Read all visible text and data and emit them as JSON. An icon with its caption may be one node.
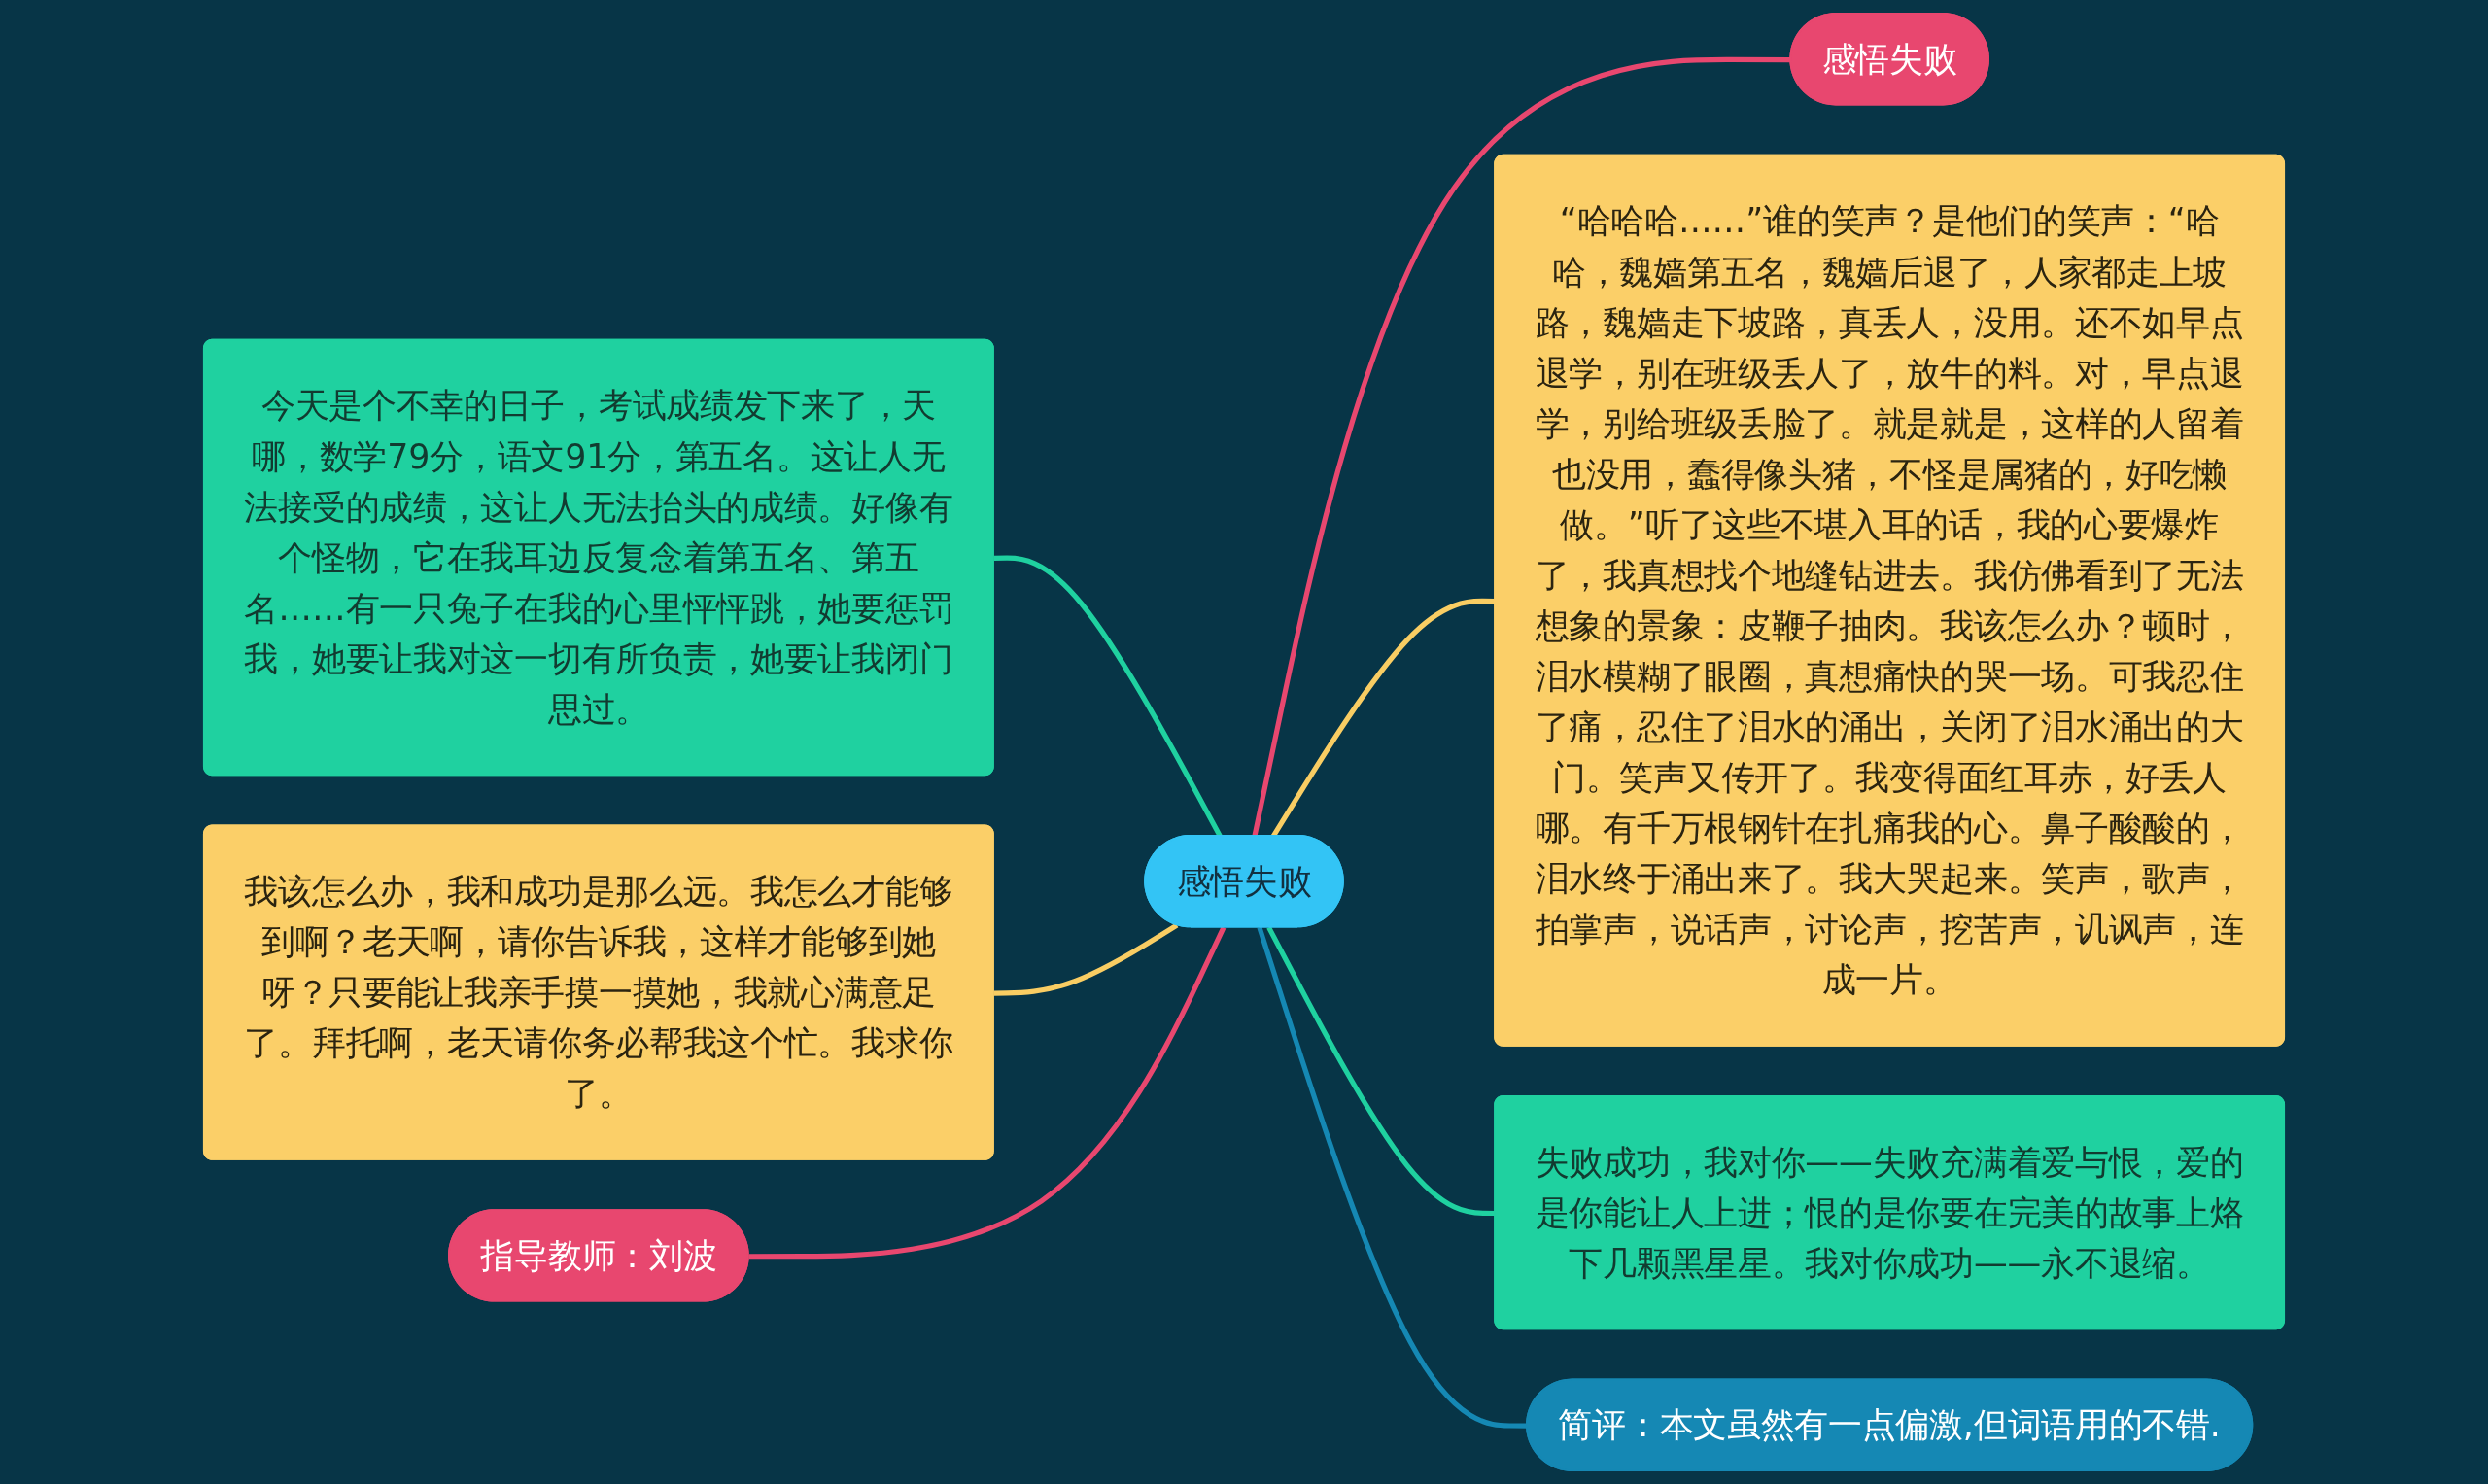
{
  "diagram": {
    "nodes": [
      {
        "text": [
          "感悟失败"
        ]
      },
      {
        "text": [
          "感悟失败"
        ]
      },
      {
        "text": [
          "今天是个不幸的日子，考试成绩发下来了，天哪，数学79分，语文91分，第五名。这让人无法接受的成绩，这让人无法抬头的成绩。好像有个怪物，它在我耳边反复念着第五名、第五名……有一只兔子在我的心里怦怦跳，她要惩罚我，她要让我对这一切有所负责，她要让我闭门思过。"
        ]
      },
      {
        "text": [
          "“哈哈哈……”谁的笑声？是他们的笑声：“哈哈，魏嫱第五名，魏嫱后退了，人家都走上坡路，魏嫱走下坡路，真丢人，没用。还不如早点退学，别在班级丢人了，放牛的料。对，早点退学，别给班级丢脸了。就是就是，这样的人留着也没用，蠢得像头猪，不怪是属猪的，好吃懒做。”听了这些不堪入耳的话，我的心要爆炸了，我真想找个地缝钻进去。我仿佛看到了无法想象的景象：皮鞭子抽肉。我该怎么办？顿时，泪水模糊了眼圈，真想痛快的哭一场。可我忍住了痛，忍住了泪水的涌出，关闭了泪水涌出的大门。笑声又传开了。我变得面红耳赤，好丢人哪。有千万根钢针在扎痛我的心。鼻子酸酸的，泪水终于涌出来了。我大哭起来。笑声，歌声，拍掌声，说话声，讨论声，挖苦声，讥讽声，连成一片。"
        ]
      },
      {
        "text": [
          "我该怎么办，我和成功是那么远。我怎么才能够到啊？老天啊，请你告诉我，这样才能够到她呀？只要能让我亲手摸一摸她，我就心满意足了。拜托啊，老天请你务必帮我这个忙。我求你了。"
        ]
      },
      {
        "text": [
          "指导教师：刘波"
        ]
      },
      {
        "text": [
          "失败成功，我对你——失败充满着爱与恨，爱的是你能让人上进；恨的是你要在完美的故事上烙下几颗黑星星。我对你成功——永不退缩。"
        ]
      },
      {
        "text": [
          "简评：本文虽然有一点偏激,但词语用的不错."
        ]
      }
    ],
    "edges": [
      {
        "from": 0,
        "to": 1,
        "arrow": "none",
        "color": "#e8476f"
      },
      {
        "from": 2,
        "to": 0,
        "arrow": "none",
        "color": "#1fd1a0"
      },
      {
        "from": 0,
        "to": 3,
        "arrow": "none",
        "color": "#f9cd63"
      },
      {
        "from": 4,
        "to": 0,
        "arrow": "none",
        "color": "#f9cd63"
      },
      {
        "from": 5,
        "to": 0,
        "arrow": "none",
        "color": "#e8476f"
      },
      {
        "from": 0,
        "to": 6,
        "arrow": "none",
        "color": "#1fd1a0"
      },
      {
        "from": 0,
        "to": 7,
        "arrow": "none",
        "color": "#1588b4"
      }
    ]
  }
}
